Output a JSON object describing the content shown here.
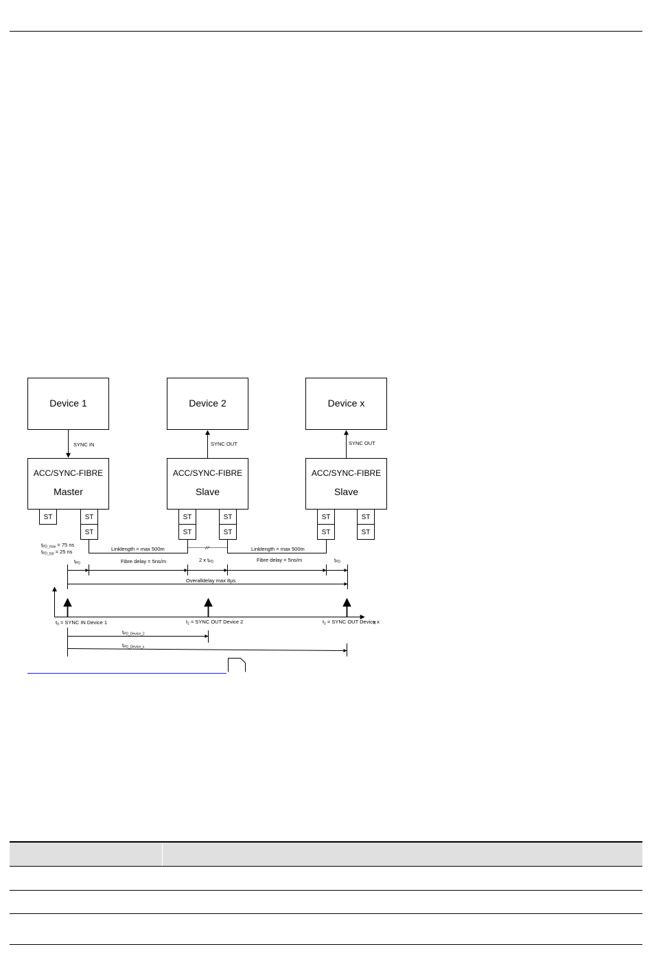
{
  "devices": [
    {
      "name": "Device 1",
      "signal": "SYNC IN",
      "module": "ACC/SYNC-FIBRE",
      "role": "Master"
    },
    {
      "name": "Device 2",
      "signal": "SYNC OUT",
      "module": "ACC/SYNC-FIBRE",
      "role": "Slave"
    },
    {
      "name": "Device x",
      "signal": "SYNC OUT",
      "module": "ACC/SYNC-FIBRE",
      "role": "Slave"
    }
  ],
  "connector_label": "ST",
  "links": {
    "link1": "Linklength  = max 500m",
    "link2": "Linklength  = max 500m"
  },
  "timing": {
    "tpd_max_main": "t",
    "tpd_max_sub": "PD_max",
    "tpd_max_val": " = 75 ns",
    "tpd_typ_main": "t",
    "tpd_typ_sub": "PD_typ",
    "tpd_typ_val": " = 25 ns",
    "tpd_left_main": "t",
    "tpd_left_sub": "PD",
    "fibre_delay_1": "Fibre delay = 5ns/m",
    "two_tpd_main": "2 x t",
    "two_tpd_sub": "PD",
    "fibre_delay_2": "Fibre delay = 5ns/m",
    "tpd_right_main": "t",
    "tpd_right_sub": "PD",
    "overall": "Overalldelay max 8µs",
    "t0_main": "t",
    "t0_sub": "0",
    "t0_text": " = SYNC IN Device 1",
    "t1a_main": "t",
    "t1a_sub": "1",
    "t1a_text": " = SYNC OUT Device 2",
    "t1b_main": "t",
    "t1b_sub": "1",
    "t1b_text": " = SYNC OUT Device x",
    "axis_x": "x",
    "tpd_dev2_main": "t",
    "tpd_dev2_sub": "PD_Device_2",
    "tpd_devx_main": "t",
    "tpd_devx_sub": "PD_Device_x"
  }
}
